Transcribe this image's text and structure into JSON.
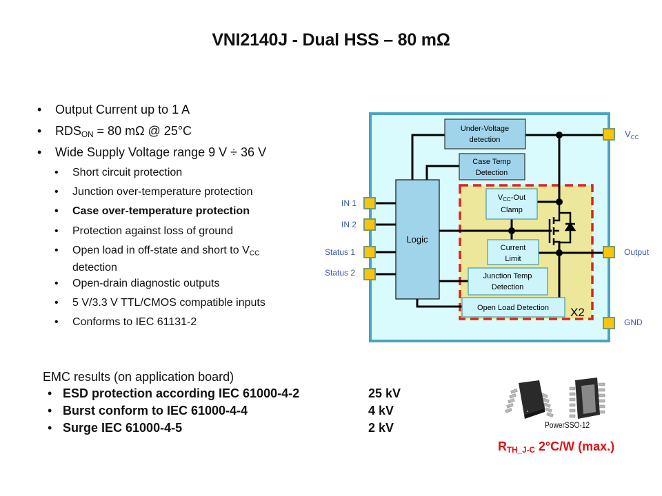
{
  "title": "VNI2140J - Dual HSS – 80 mΩ",
  "features": {
    "main": [
      {
        "text": "Output  Current  up  to  1 A"
      },
      {
        "pre": "RDS",
        "sub": "ON",
        "post": " = 80 mΩ  @  25°C"
      },
      {
        "text": "Wide Supply  Voltage  range  9 V ÷ 36 V"
      }
    ],
    "sub": [
      {
        "text": "Short circuit protection",
        "bold": false
      },
      {
        "text": "Junction over-temperature protection",
        "bold": false
      },
      {
        "text": "Case over-temperature protection",
        "bold": true
      },
      {
        "text": "Protection against loss of ground",
        "bold": false
      },
      {
        "pre": "Open load in  off-state and short to V",
        "sub": "CC",
        "line2": "detection"
      },
      {
        "text": "Open-drain diagnostic outputs",
        "bold": false
      },
      {
        "text": "5 V/3.3 V TTL/CMOS compatible inputs",
        "bold": false
      },
      {
        "text": "Conforms to IEC 61131-2",
        "bold": false
      }
    ],
    "bullet_glyph": "•"
  },
  "emc": {
    "heading": "EMC results (on application board)",
    "items": [
      {
        "label": "ESD protection according IEC 61000-4-2",
        "value": "25 kV"
      },
      {
        "label": "Burst conform to IEC 61000-4-4",
        "value": "4 kV"
      },
      {
        "label": "Surge IEC 61000-4-5",
        "value": "2 kV"
      }
    ]
  },
  "package": {
    "name": "PowerSSO-12",
    "rth_symbol": "R",
    "rth_sub": "TH_J-C",
    "rth_value": " 2°C/W (max.)"
  },
  "diagram": {
    "blocks": {
      "under_voltage": [
        "Under-Voltage",
        "detection"
      ],
      "case_temp": [
        "Case Temp",
        "Detection"
      ],
      "logic": "Logic",
      "vcc_clamp_pre": "V",
      "vcc_clamp_sub": "CC",
      "vcc_clamp_post": "-Out",
      "vcc_clamp_line2": "Clamp",
      "current_limit": [
        "Current",
        "Limit"
      ],
      "junction_temp": [
        "Junction Temp",
        "Detection"
      ],
      "open_load": "Open Load Detection",
      "multiplier": "X2"
    },
    "pins_left": [
      "IN 1",
      "IN 2",
      "Status 1",
      "Status 2"
    ],
    "pins_right": {
      "vcc_pre": "V",
      "vcc_sub": "CC",
      "output": "Output",
      "gnd": "GND"
    },
    "colors": {
      "chip_bg": "#d9fbfd",
      "chip_border": "#4aa3c4",
      "block_fill": "#9fd4ea",
      "subblock_fill": "#ccf4fa",
      "channel_fill": "#ece79a",
      "dashed_border": "#d9251c",
      "pin_fill": "#f7c510",
      "pin_border": "#7a9a6a",
      "pin_label": "#3c57b5"
    }
  }
}
